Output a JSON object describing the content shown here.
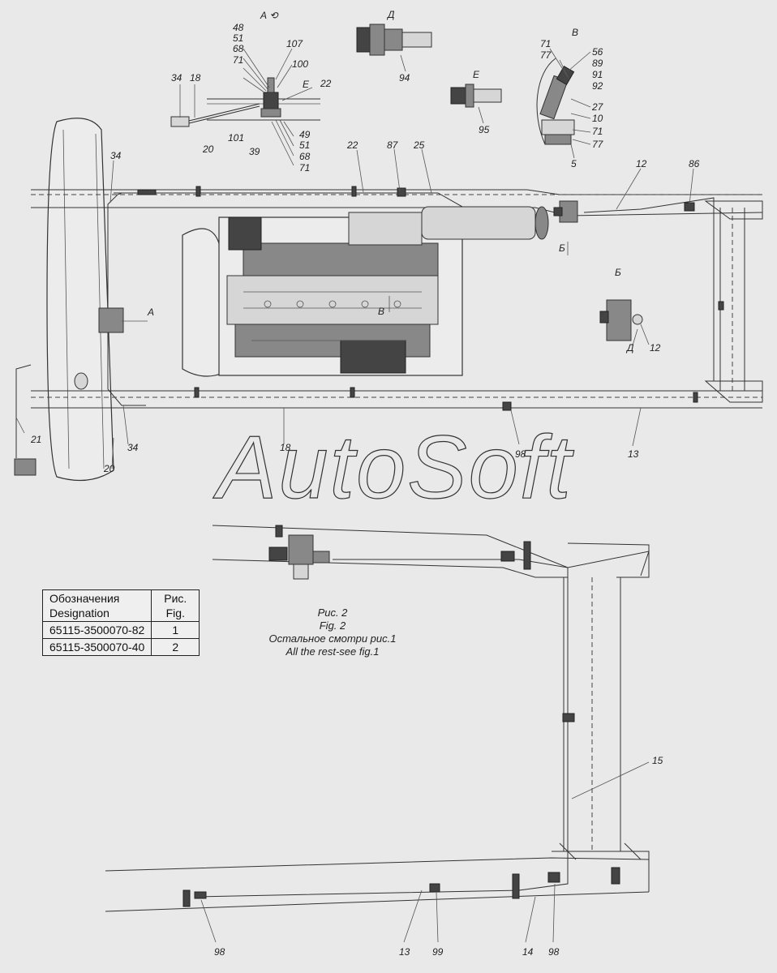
{
  "callouts": {
    "top": [
      "48",
      "51",
      "68",
      "71",
      "107",
      "100",
      "Е",
      "22",
      "34",
      "18",
      "20",
      "101",
      "39",
      "49",
      "51",
      "68",
      "71"
    ],
    "view_a": "А ⟲",
    "view_d": "Д",
    "view_e": "Е",
    "view_v": "В",
    "part_94": "94",
    "part_95": "95",
    "v_parts": [
      "71",
      "77",
      "56",
      "89",
      "91",
      "92",
      "27",
      "10",
      "71",
      "77",
      "5"
    ],
    "frame": [
      "22",
      "87",
      "25",
      "12",
      "86",
      "34",
      "А",
      "В",
      "Б",
      "Б",
      "Д",
      "12",
      "21",
      "34",
      "20",
      "18",
      "98",
      "13"
    ],
    "bottom": [
      "15",
      "98",
      "13",
      "99",
      "14",
      "98"
    ]
  },
  "watermark": "AutoSoft",
  "table": {
    "header": [
      "Обозначения\nDesignation",
      "Рис.\nFig."
    ],
    "rows": [
      [
        "65115-3500070-82",
        "1"
      ],
      [
        "65115-3500070-40",
        "2"
      ]
    ]
  },
  "caption": {
    "line1": "Рис. 2",
    "line2": "Fig. 2",
    "line3": "Остальное смотри рис.1",
    "line4": "All the rest-see fig.1"
  }
}
